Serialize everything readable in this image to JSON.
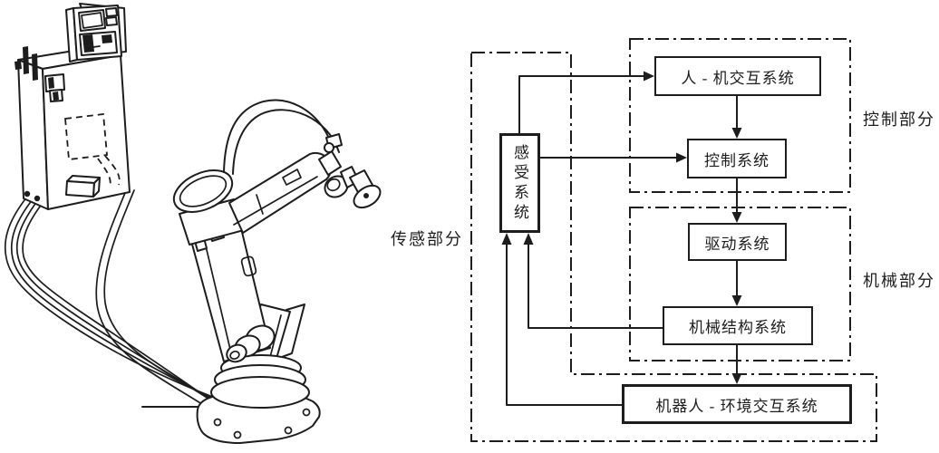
{
  "figure": {
    "background": "#ffffff",
    "line_color": "#1d1d1d"
  },
  "illustration": {
    "name": "industrial-robot-with-control-cabinet-line-art"
  },
  "diagram": {
    "boxes": {
      "hmi": "人 - 机交互系统",
      "control": "控制系统",
      "drive": "驱动系统",
      "mechanical": "机械结构系统",
      "robot_env": "机器人 - 环境交互系统",
      "sensing": "感受系统"
    },
    "groups": {
      "control_part": "控制部分",
      "mechanical_part": "机械部分",
      "sensing_part": "传感部分"
    }
  }
}
